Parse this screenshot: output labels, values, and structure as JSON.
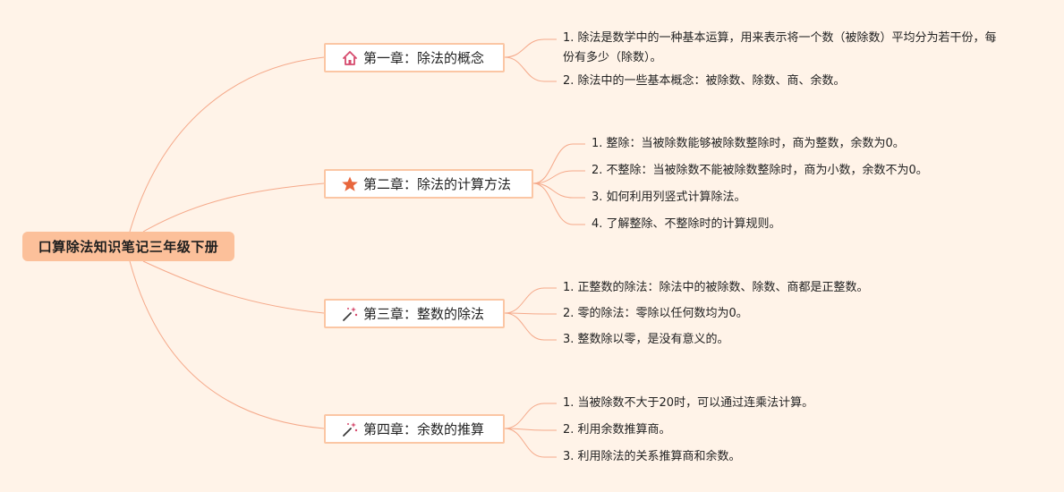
{
  "root": {
    "title": "口算除法知识笔记三年级下册"
  },
  "chapters": [
    {
      "title": "第一章：除法的概念",
      "icon": "home-icon",
      "items": [
        "1. 除法是数学中的一种基本运算，用来表示将一个数（被除数）平均分为若干份，每份有多少（除数）。",
        "2. 除法中的一些基本概念：被除数、除数、商、余数。"
      ]
    },
    {
      "title": "第二章：除法的计算方法",
      "icon": "star-icon",
      "items": [
        "1. 整除：当被除数能够被除数整除时，商为整数，余数为0。",
        "2. 不整除：当被除数不能被除数整除时，商为小数，余数不为0。",
        "3. 如何利用列竖式计算除法。",
        "4. 了解整除、不整除时的计算规则。"
      ]
    },
    {
      "title": "第三章：整数的除法",
      "icon": "magic-wand-icon",
      "items": [
        "1. 正整数的除法：除法中的被除数、除数、商都是正整数。",
        "2. 零的除法：零除以任何数均为0。",
        "3. 整数除以零，是没有意义的。"
      ]
    },
    {
      "title": "第四章：余数的推算",
      "icon": "magic-wand-icon",
      "items": [
        "1. 当被除数不大于20时，可以通过连乘法计算。",
        "2. 利用余数推算商。",
        "3. 利用除法的关系推算商和余数。"
      ]
    }
  ],
  "colors": {
    "background": "#fff3e8",
    "root": "#fcc09a",
    "border": "#fbc6a4",
    "line": "#f5a98a",
    "home": "#d64b6e",
    "star": "#e8663c",
    "wand": "#d64b6e"
  }
}
